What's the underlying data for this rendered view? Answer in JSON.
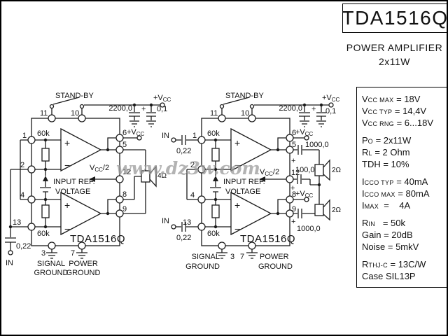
{
  "title_block": {
    "part_number": "TDA1516Q",
    "subtitle": "POWER AMPLIFIER",
    "power": "2x11W"
  },
  "watermark_text": "www.dz3w.com",
  "specs": {
    "rows": [
      {
        "big": "V",
        "small": "CC MAX",
        "rest": " = 18V",
        "gap": false
      },
      {
        "big": "V",
        "small": "CC TYP",
        "rest": " = 14,4V",
        "gap": false
      },
      {
        "big": "V",
        "small": "CC RNG",
        "rest": " = 6...18V",
        "gap": false
      },
      {
        "big": "P",
        "small": "O",
        "rest": " = 2x11W",
        "gap": true
      },
      {
        "big": "R",
        "small": "L",
        "rest": " = 2 Ohm",
        "gap": false
      },
      {
        "big": "TDH",
        "small": "",
        "rest": " = 10%",
        "gap": false
      },
      {
        "big": "I",
        "small": "CCO TYP",
        "rest": " = 40mA",
        "gap": true
      },
      {
        "big": "I",
        "small": "CCO MAX",
        "rest": " = 80mA",
        "gap": false
      },
      {
        "big": "I",
        "small": "MAX",
        "rest": "  =    4A",
        "gap": false
      },
      {
        "big": "R",
        "small": "IN",
        "rest": "   = 50k",
        "gap": true
      },
      {
        "big": "Gain",
        "small": "",
        "rest": " = 20dB",
        "gap": false
      },
      {
        "big": "Noise",
        "small": "",
        "rest": " = 5mkV",
        "gap": false
      },
      {
        "big": "R",
        "small": "THJ-C",
        "rest": " = 13C/W",
        "gap": true
      },
      {
        "big": "Case SIL13P",
        "small": "",
        "rest": "",
        "gap": false
      }
    ]
  },
  "labels": {
    "stand_by": "STAND-BY",
    "in": "IN",
    "plus_v": "+V",
    "v": "V",
    "cc": "CC",
    "half": "/2",
    "input_ref1": "INPUT REF.",
    "input_ref2": "VOLTAGE",
    "signal": "SIGNAL",
    "power": "POWER",
    "ground": "GROUND",
    "part": "TDA1516Q",
    "plus": "+",
    "minus": "−"
  },
  "pins": {
    "p1": "1",
    "p2": "2",
    "p3": "3",
    "p4": "4",
    "p5": "5",
    "p6": "6",
    "p7": "7",
    "p8": "8",
    "p9": "9",
    "p10": "10",
    "p11": "11",
    "p12": "12",
    "p13": "13"
  },
  "components": {
    "r_bias": "60k",
    "cap_supply": "2200,0",
    "cap_supply_small": "0,1",
    "cap_input": "0,22",
    "cap_out": "1000,0",
    "cap_mid": "100,0",
    "spk_left": "4Ω",
    "spk_right": "2Ω"
  }
}
